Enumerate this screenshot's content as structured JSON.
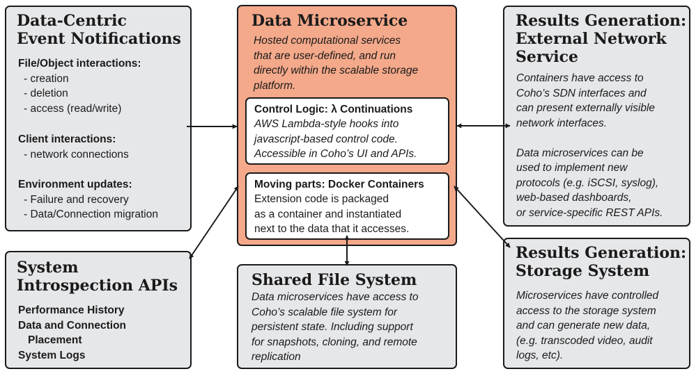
{
  "event_notifications": {
    "title": [
      "Data-Centric",
      "Event Notifications"
    ],
    "sections": [
      {
        "heading": "File/Object interactions:",
        "items": [
          "- creation",
          "- deletion",
          "- access (read/write)"
        ]
      },
      {
        "heading": "Client interactions:",
        "items": [
          "- network connections"
        ]
      },
      {
        "heading": "Environment updates:",
        "items": [
          "- Failure and recovery",
          "- Data/Connection migration"
        ]
      }
    ]
  },
  "introspection": {
    "title": [
      "System",
      "Introspection APIs"
    ],
    "items": [
      "Performance History",
      "Data and Connection",
      "Placement",
      "System Logs"
    ]
  },
  "microservice": {
    "title": "Data Microservice",
    "desc": [
      "Hosted computational services",
      "that are user-defined, and run",
      "directly within the scalable storage",
      "platform."
    ],
    "control_logic": {
      "heading": "Control Logic: λ Continuations",
      "desc": [
        "AWS Lambda-style hooks into",
        "javascript-based control code.",
        "Accessible in Coho’s UI and APIs."
      ]
    },
    "moving_parts": {
      "heading": "Moving parts: Docker Containers",
      "desc": [
        "Extension code is packaged",
        "as a container and instantiated",
        "next to the data that it accesses."
      ]
    }
  },
  "shared_fs": {
    "title": "Shared File System",
    "desc": [
      "Data microservices have access to",
      "Coho’s scalable file system for",
      "persistent state.  Including support",
      "for snapshots, cloning, and remote",
      "replication"
    ]
  },
  "external_network": {
    "title": [
      "Results Generation:",
      "External Network",
      "Service"
    ],
    "desc": [
      "Containers have access to",
      "Coho’s SDN interfaces and",
      "can present externally visible",
      "network interfaces.",
      "",
      "Data microservices can be",
      "used to implement new",
      "protocols (e.g. iSCSI, syslog),",
      "web-based dashboards,",
      "or service-specific REST APIs."
    ]
  },
  "storage_system": {
    "title": [
      "Results Generation:",
      "Storage System"
    ],
    "desc": [
      "Microservices have controlled",
      "access to the storage system",
      "and can generate new data,",
      "(e.g. transcoded video, audit",
      "logs, etc)."
    ]
  }
}
